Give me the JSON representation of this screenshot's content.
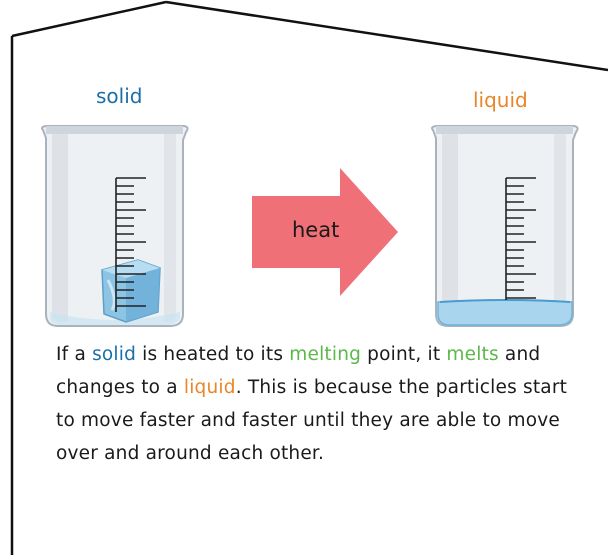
{
  "colors": {
    "solid": "#1a6fa8",
    "liquid": "#e8862a",
    "melting": "#5bb84a",
    "arrow": "#f07078",
    "text": "#1a1a1a"
  },
  "labels": {
    "solid": "solid",
    "liquid": "liquid",
    "heat": "heat"
  },
  "paragraph": [
    {
      "text": "If a ",
      "color": "text"
    },
    {
      "text": "solid",
      "color": "solid"
    },
    {
      "text": " is heated to its ",
      "color": "text"
    },
    {
      "text": "melting",
      "color": "melting"
    },
    {
      "text": " point, it ",
      "color": "text"
    },
    {
      "text": "melts",
      "color": "melting"
    },
    {
      "text": " and changes to a ",
      "color": "text"
    },
    {
      "text": "liquid",
      "color": "liquid"
    },
    {
      "text": ". This is because the particles start to move faster and faster until they are able to move over and around each other.",
      "color": "text"
    }
  ]
}
